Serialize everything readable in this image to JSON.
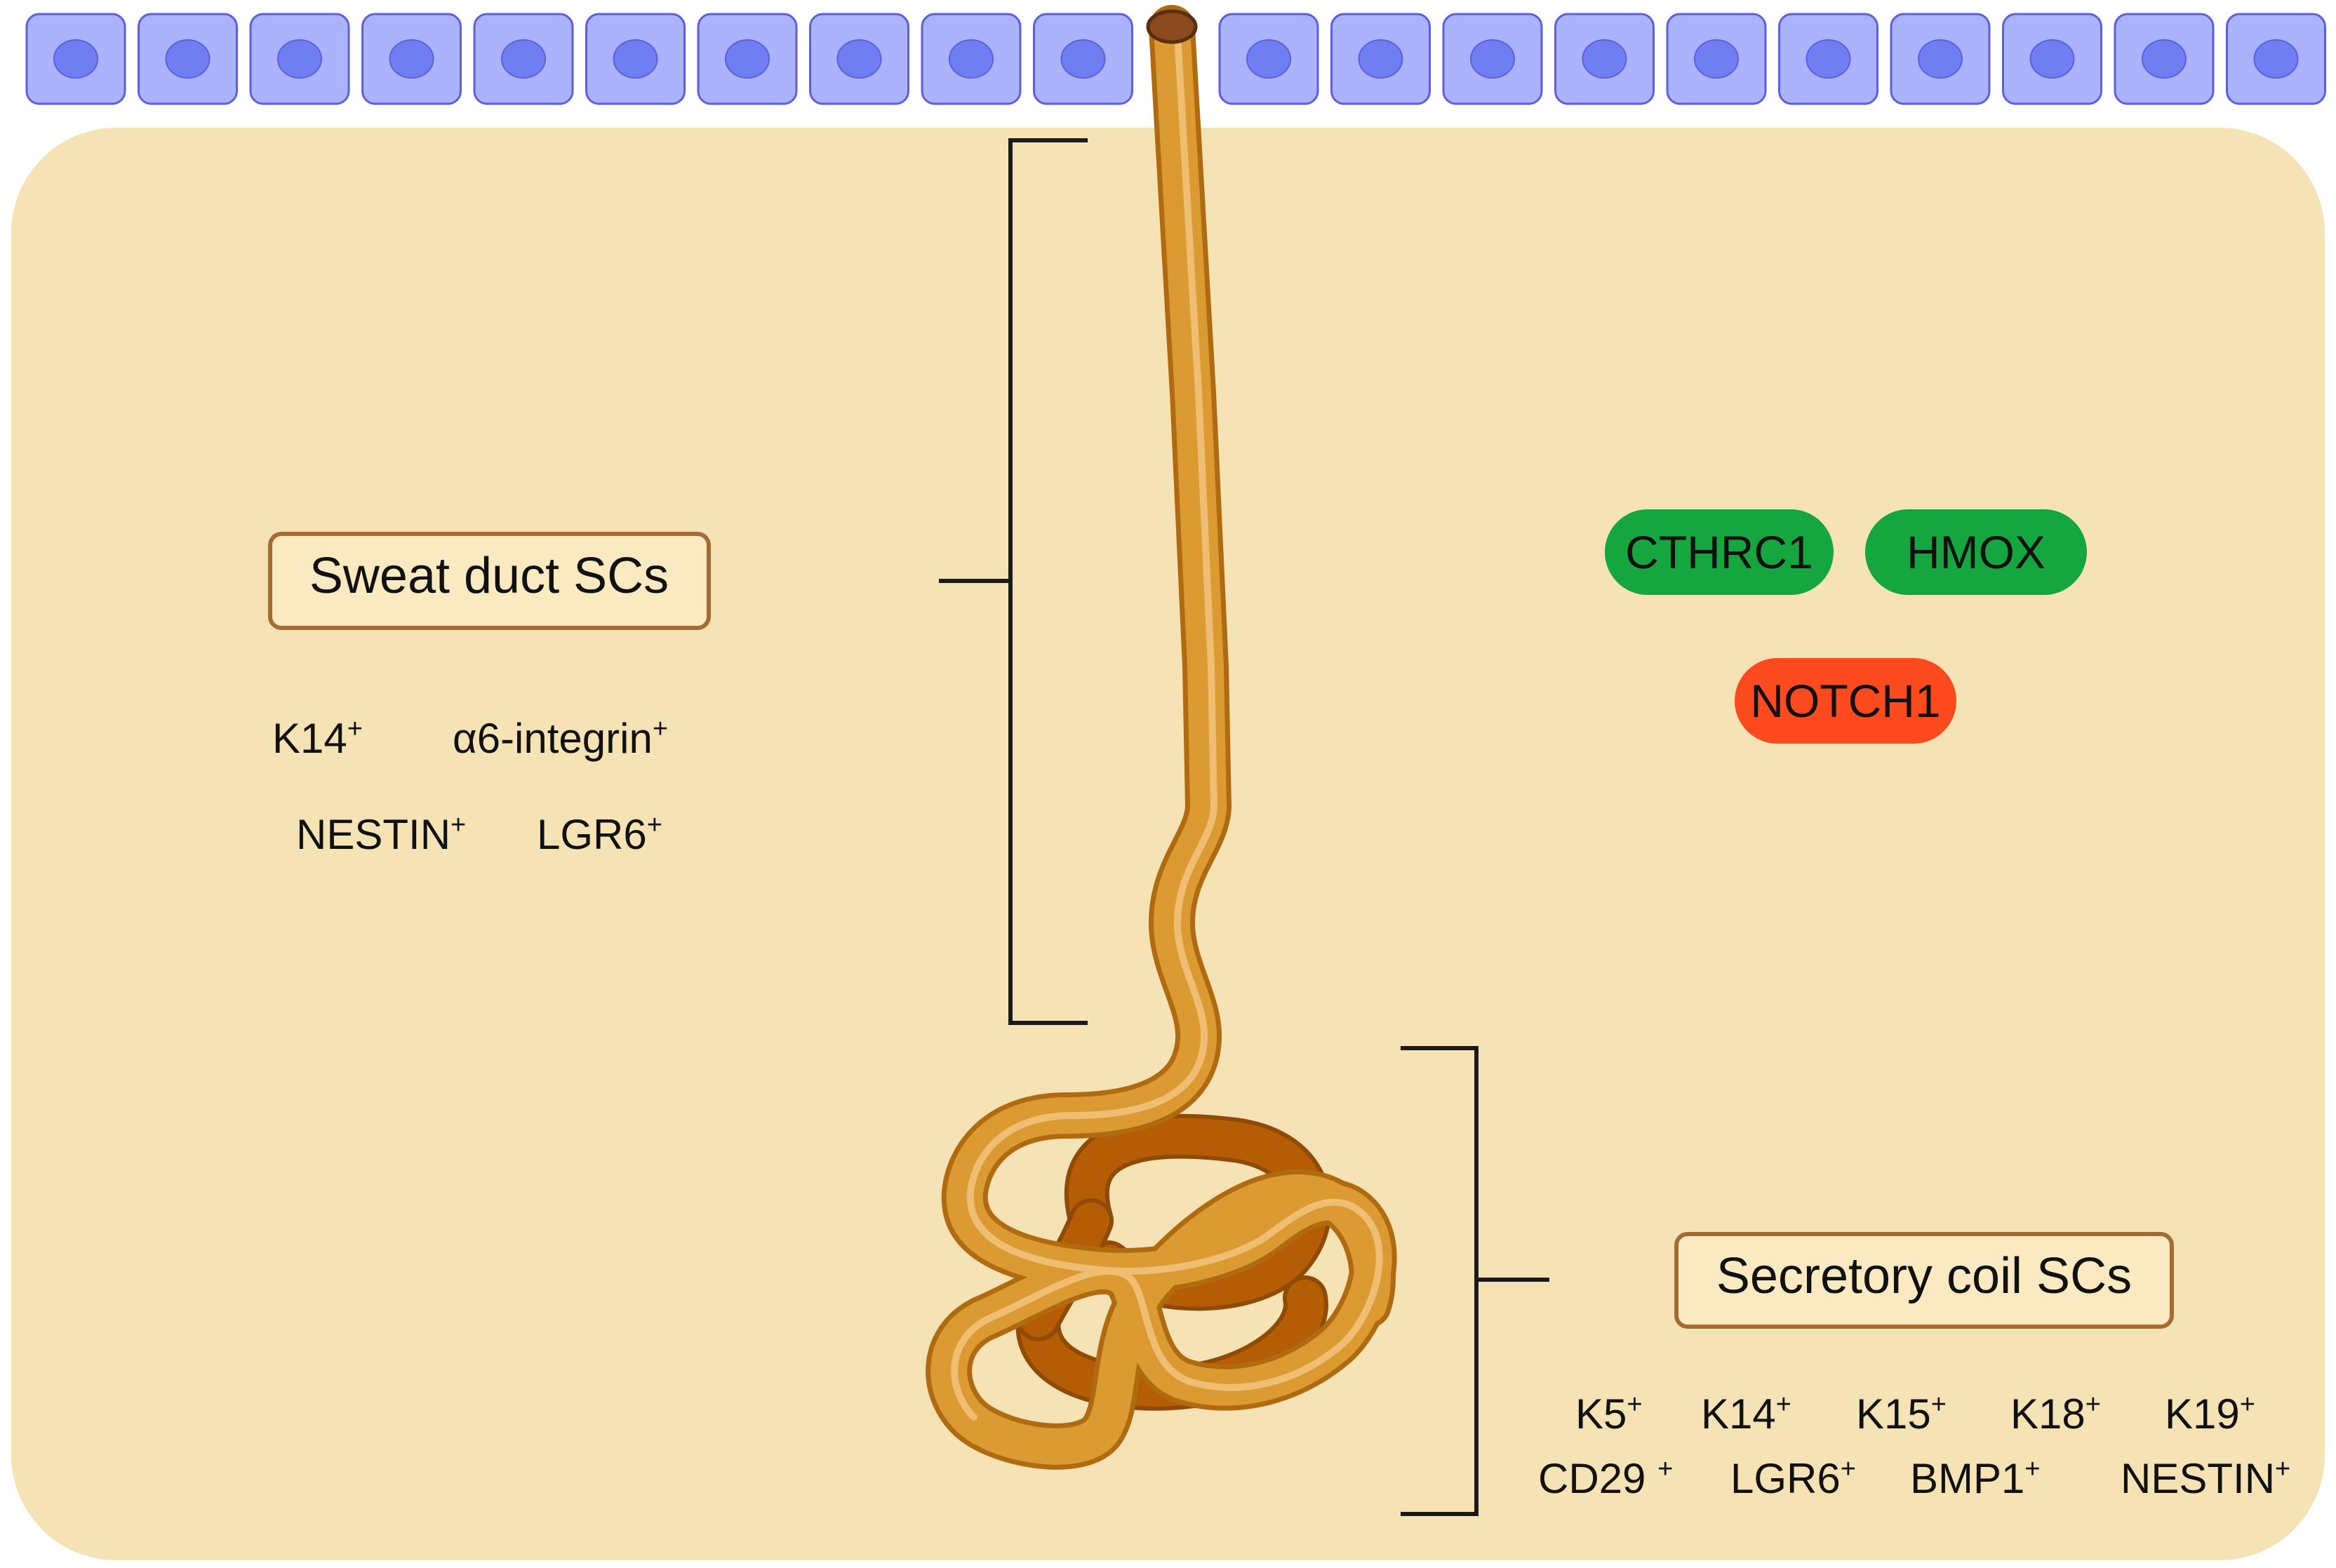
{
  "colors": {
    "background": "#ffffff",
    "dermis": "#f5e2b5",
    "epidermal_cell": "#aab3fb",
    "epidermal_cell_border": "#5b5fe0",
    "epidermal_nucleus": "#6f7ff2",
    "duct_outer": "#b06a10",
    "duct_fill": "#dc9a33",
    "duct_highlight": "#f2c47e",
    "coil_dark": "#b45d05",
    "bracket": "#1a1a1a",
    "label_box_border": "#a26c33",
    "label_box_fill": "#fbe9c2",
    "pill_green": "#16a640",
    "pill_red": "#fd4a1e"
  },
  "labels": {
    "sweat_duct": "Sweat duct SCs",
    "secretory_coil": "Secretory coil SCs"
  },
  "sweat_duct_markers": [
    {
      "name": "K14",
      "sup": "+"
    },
    {
      "name": "α6-integrin",
      "sup": "+"
    },
    {
      "name": "NESTIN",
      "sup": "+"
    },
    {
      "name": "LGR6",
      "sup": "+"
    }
  ],
  "secretory_coil_markers": [
    {
      "name": "K5",
      "sup": "+"
    },
    {
      "name": "K14",
      "sup": "+"
    },
    {
      "name": "K15",
      "sup": "+"
    },
    {
      "name": "K18",
      "sup": "+"
    },
    {
      "name": "K19",
      "sup": "+"
    },
    {
      "name": "CD29 ",
      "sup": "+"
    },
    {
      "name": "LGR6",
      "sup": "+"
    },
    {
      "name": "BMP1",
      "sup": "+"
    },
    {
      "name": "NESTIN",
      "sup": "+"
    }
  ],
  "gene_pills": [
    {
      "name": "CTHRC1",
      "status": "green"
    },
    {
      "name": "HMOX",
      "status": "green"
    },
    {
      "name": "NOTCH1",
      "status": "red"
    }
  ]
}
